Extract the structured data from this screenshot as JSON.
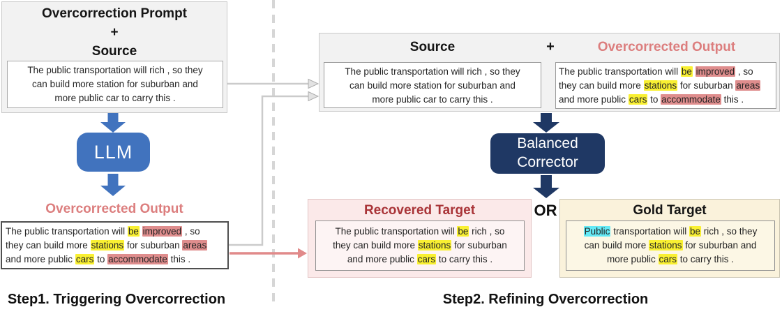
{
  "texts": {
    "source": [
      {
        "t": "The public transportation will rich , so they"
      },
      {
        "br": true
      },
      {
        "t": "can build more station for suburban and"
      },
      {
        "br": true
      },
      {
        "t": "more public car to carry this ."
      }
    ],
    "overcorrected": [
      {
        "t": "The public transportation will "
      },
      {
        "t": "be",
        "hl": "yellow"
      },
      {
        "t": " "
      },
      {
        "t": "improved",
        "hl": "salmon"
      },
      {
        "t": " , so"
      },
      {
        "br": true
      },
      {
        "t": "they can build more "
      },
      {
        "t": "stations",
        "hl": "yellow"
      },
      {
        "t": " for suburban "
      },
      {
        "t": "areas",
        "hl": "salmon"
      },
      {
        "br": true
      },
      {
        "t": "and more public "
      },
      {
        "t": "cars",
        "hl": "yellow"
      },
      {
        "t": " to "
      },
      {
        "t": "accommodate",
        "hl": "salmon"
      },
      {
        "t": " this ."
      }
    ],
    "recovered": [
      {
        "t": "The public transportation will "
      },
      {
        "t": "be",
        "hl": "yellow"
      },
      {
        "t": " rich , so"
      },
      {
        "br": true
      },
      {
        "t": "they can build more "
      },
      {
        "t": "stations",
        "hl": "yellow"
      },
      {
        "t": " for suburban"
      },
      {
        "br": true
      },
      {
        "t": "and more public "
      },
      {
        "t": "cars",
        "hl": "yellow"
      },
      {
        "t": " to carry this ."
      }
    ],
    "gold": [
      {
        "t": "Public",
        "hl": "cyan"
      },
      {
        "t": " transportation will "
      },
      {
        "t": "be",
        "hl": "yellow"
      },
      {
        "t": " rich , so they"
      },
      {
        "br": true
      },
      {
        "t": "can build more "
      },
      {
        "t": "stations",
        "hl": "yellow"
      },
      {
        "t": " for suburban and"
      },
      {
        "br": true
      },
      {
        "t": "more public "
      },
      {
        "t": "cars",
        "hl": "yellow"
      },
      {
        "t": " to carry this ."
      }
    ]
  },
  "step1": {
    "input_box": {
      "title_lines": [
        "Overcorrection Prompt",
        "+",
        "Source"
      ]
    },
    "llm_label": "LLM",
    "output_label": "Overcorrected Output",
    "caption": "Step1. Triggering Overcorrection"
  },
  "step2": {
    "input_box": {
      "source_label": "Source",
      "plus_sign": "+",
      "overcorrected_label": "Overcorrected Output"
    },
    "corrector_label_lines": [
      "Balanced",
      "Corrector"
    ],
    "or_label": "OR",
    "recovered_box": {
      "title": "Recovered Target"
    },
    "gold_box": {
      "title": "Gold Target"
    },
    "caption": "Step2. Refining Overcorrection"
  },
  "colors": {
    "llm_blue": "#4173BE",
    "corrector_navy": "#1F3864",
    "overcorrected_title_salmon": "#DC7E7E",
    "recovered_title_red": "#A93438",
    "yellow_highlight": "#F9F032",
    "salmon_highlight": "#DF8D8D",
    "cyan_highlight": "#63E9F5",
    "panel_gray": "#F2F2F2",
    "recovered_panel_pink": "#FBE9E9",
    "gold_panel_cream": "#FAF2DB",
    "gray_arrow": "#CBCBCB",
    "salmon_arrow": "#E18A8A"
  }
}
